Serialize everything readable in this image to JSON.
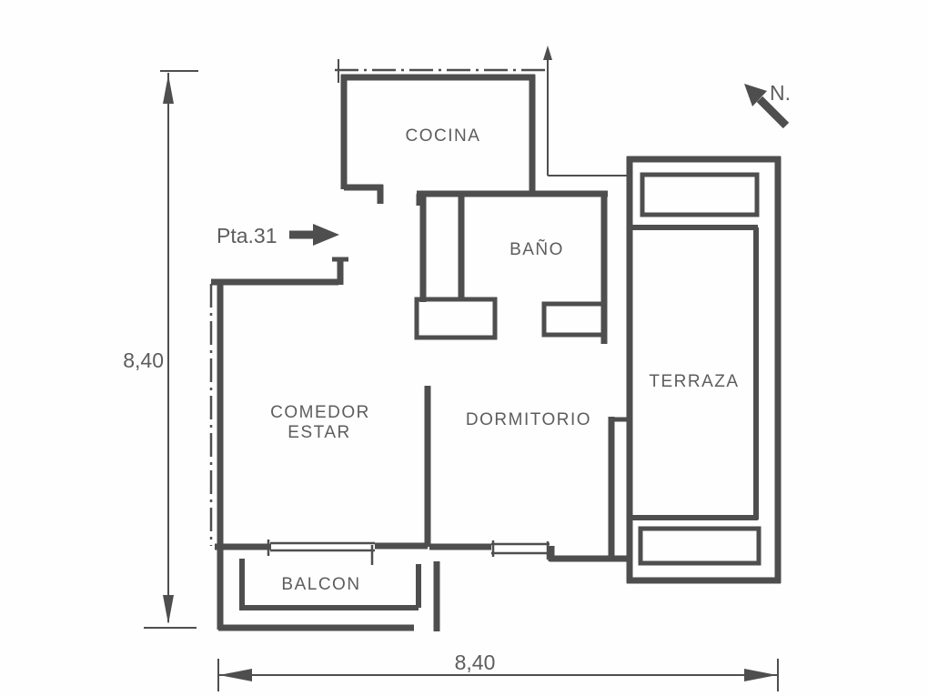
{
  "plan": {
    "rooms": {
      "cocina": "COCINA",
      "bano": "BAÑO",
      "terraza": "TERRAZA",
      "comedor_line1": "COMEDOR",
      "comedor_line2": "ESTAR",
      "dormitorio": "DORMITORIO",
      "balcon": "BALCON"
    },
    "entrance": {
      "label": "Pta.31"
    },
    "north": {
      "label": "N."
    },
    "dimensions": {
      "height_left": "8,40",
      "width_bottom": "8,40"
    },
    "colors": {
      "wall": "#4e4e4e",
      "text": "#5d5d5d",
      "background": "#fefefe"
    }
  }
}
